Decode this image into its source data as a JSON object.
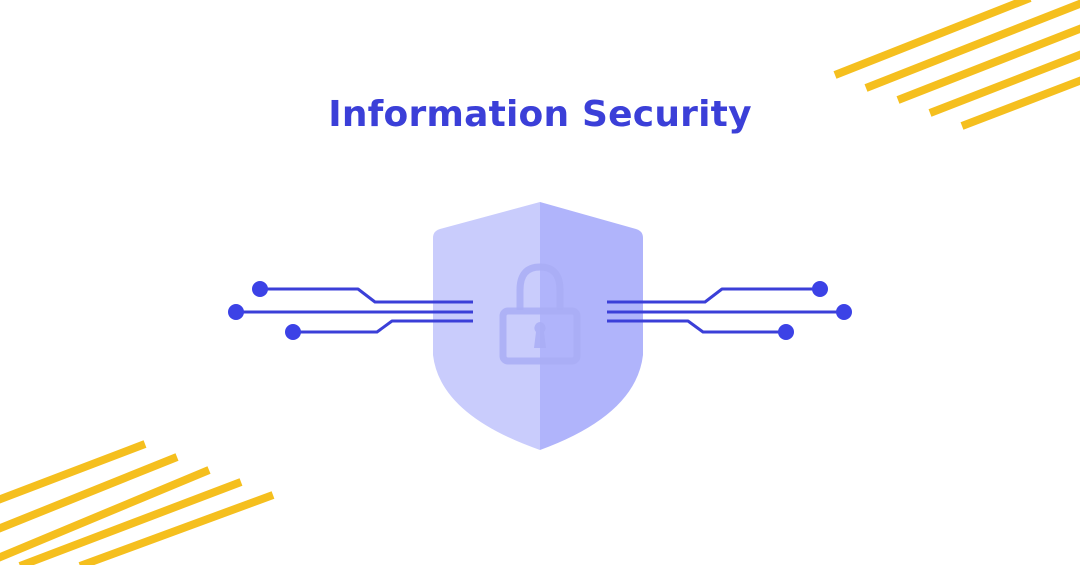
{
  "page": {
    "title": "Information Security"
  },
  "illustration": {
    "subject": "shield-with-padlock",
    "icons": [
      "shield-icon",
      "padlock-icon",
      "circuit-lines-left",
      "circuit-lines-right"
    ],
    "colors": {
      "title": "#3b3fd8",
      "shield_left": "#c9ccfc",
      "shield_right": "#b0b4fb",
      "lock_stroke": "#a9adf5",
      "circuit": "#3b3fd8",
      "circuit_dot": "#3c42e6",
      "stripes": "#f5bf1e",
      "background": "#ffffff"
    }
  }
}
